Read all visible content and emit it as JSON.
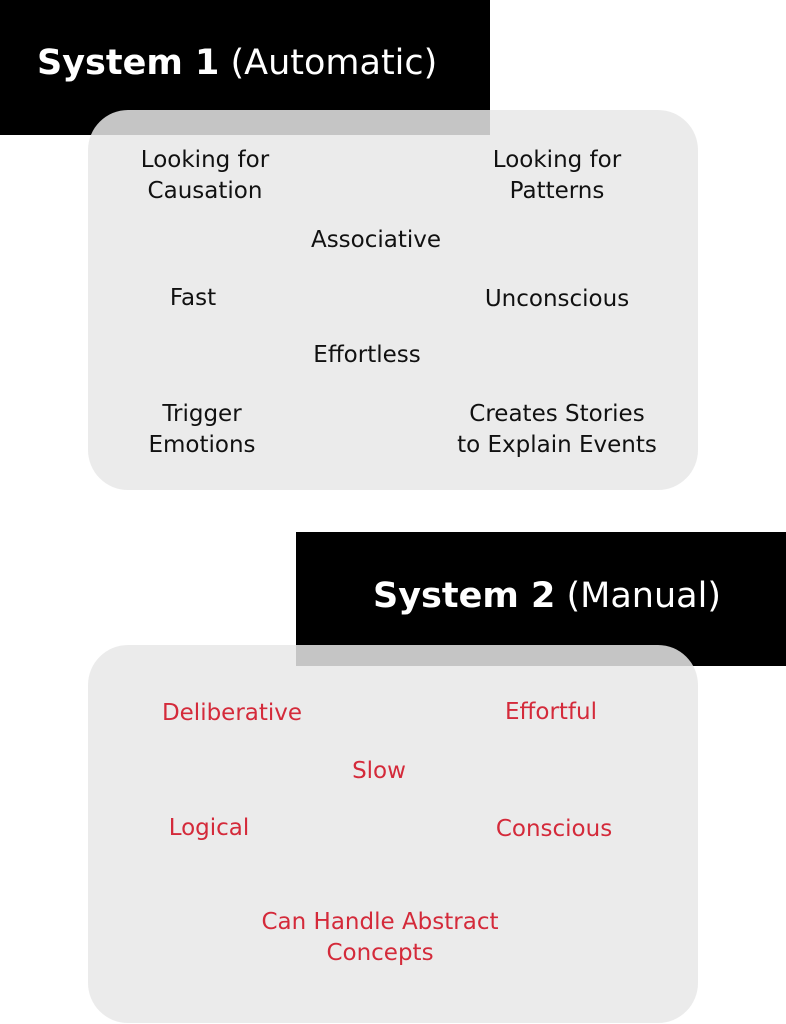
{
  "system1": {
    "title_bold": "System 1",
    "title_rest": "(Automatic)",
    "traits": [
      "Looking for\nCausation",
      "Looking for\nPatterns",
      "Associative",
      "Fast",
      "Unconscious",
      "Effortless",
      "Trigger\nEmotions",
      "Creates Stories\nto Explain Events"
    ]
  },
  "system2": {
    "title_bold": "System 2",
    "title_rest": "(Manual)",
    "traits": [
      "Deliberative",
      "Effortful",
      "Slow",
      "Logical",
      "Conscious",
      "Can Handle Abstract\nConcepts"
    ]
  },
  "colors": {
    "header_bg": "#000000",
    "header_text": "#ffffff",
    "card_bg": "#ececec",
    "system1_text": "#111111",
    "system2_text": "#d42a3a"
  }
}
